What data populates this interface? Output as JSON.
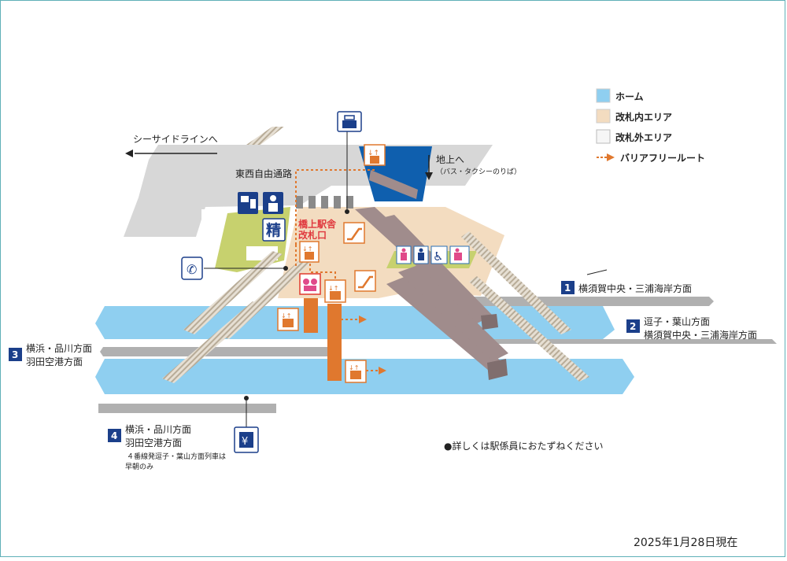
{
  "legend": {
    "items": [
      {
        "label": "ホーム",
        "color": "#8fcff0"
      },
      {
        "label": "改札内エリア",
        "color": "#f3dcc0"
      },
      {
        "label": "改札外エリア",
        "color": "#f6f6f6"
      },
      {
        "label": "バリアフリールート",
        "color": "#e0782e"
      }
    ]
  },
  "labels": {
    "seaside": "シーサイドラインへ",
    "jijou": "地上へ",
    "jijou_sub": "（バス・タクシーのりば）",
    "passage": "東西自由通路",
    "gate_line1": "橋上駅舎",
    "gate_line2": "改札口",
    "seisan": "精"
  },
  "platforms": [
    {
      "num": "1",
      "line1": "横須賀中央・三浦海岸方面",
      "line2": ""
    },
    {
      "num": "2",
      "line1": "逗子・葉山方面",
      "line2": "横須賀中央・三浦海岸方面"
    },
    {
      "num": "3",
      "line1": "横浜・品川方面",
      "line2": "羽田空港方面"
    },
    {
      "num": "4",
      "line1": "横浜・品川方面",
      "line2": "羽田空港方面"
    }
  ],
  "notes": {
    "platform4_note1": "４番線発逗子・葉山方面列車は",
    "platform4_note2": "早朝のみ",
    "inquiry": "●詳しくは駅係員におたずねください",
    "date": "2025年1月28日現在"
  },
  "icons": {
    "elevator": "elevator-icon",
    "escalator": "escalator-icon",
    "locker": "coin-locker-icon",
    "phone": "telephone-icon",
    "atm": "atm-icon",
    "ticket": "ticket-machine-icon",
    "staff": "station-staff-icon",
    "toilet": "toilet-icon",
    "nursing": "nursing-room-icon"
  }
}
